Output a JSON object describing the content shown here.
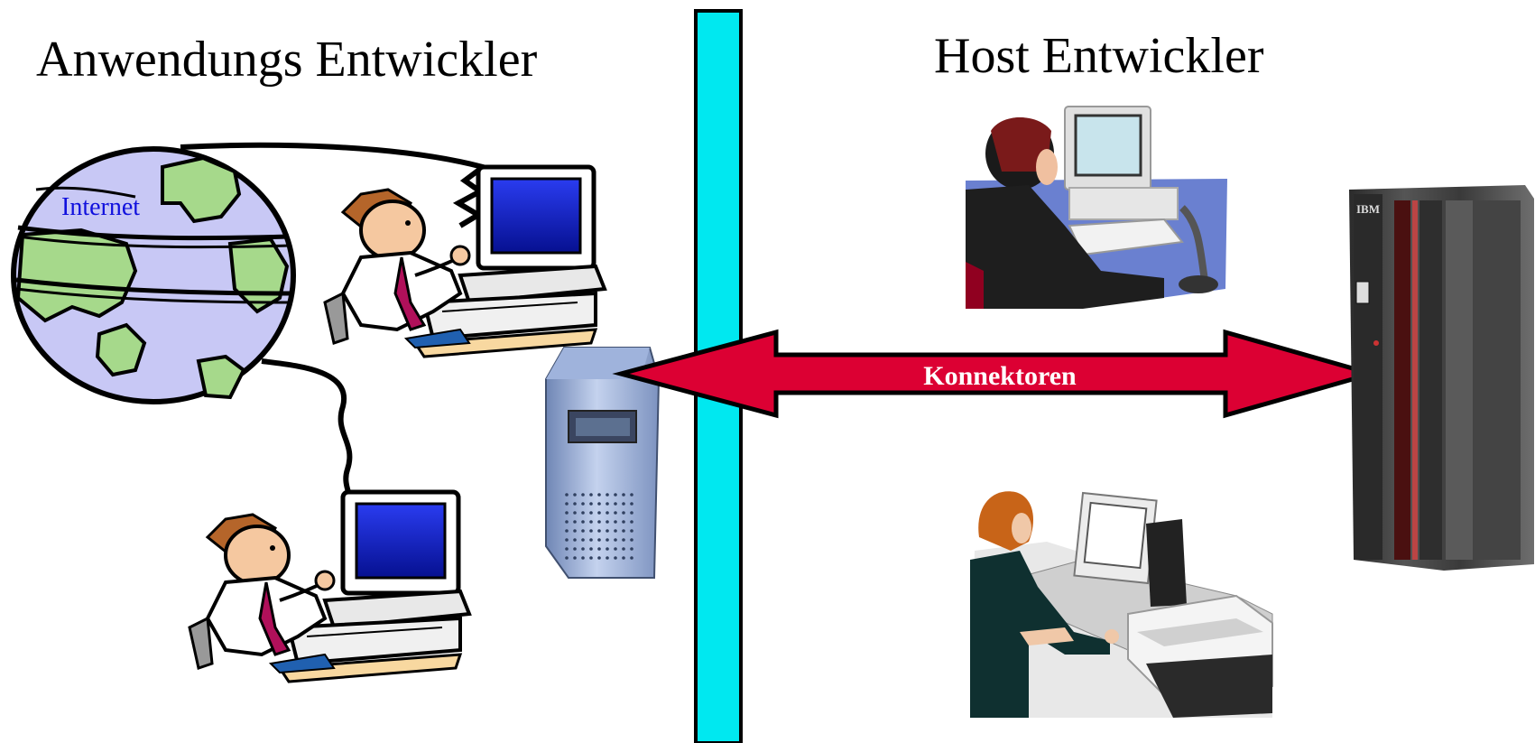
{
  "titles": {
    "application_developers": "Anwendungs Entwickler",
    "host_developers": "Host Entwickler"
  },
  "labels": {
    "internet": "Internet",
    "connectors": "Konnektoren",
    "ibm": "IBM"
  },
  "colors": {
    "divider": "#00e8f0",
    "arrow": "#dc0033",
    "globe_water": "#c8c8f5",
    "globe_land": "#a6d98b",
    "internet_text": "#1010dd",
    "monitor_screen": "#0b1ee0"
  },
  "icons": [
    "globe-icon",
    "developer-workstation-icon",
    "server-tower-icon",
    "mainframe-icon",
    "host-developer-man-icon",
    "host-developer-woman-icon"
  ]
}
